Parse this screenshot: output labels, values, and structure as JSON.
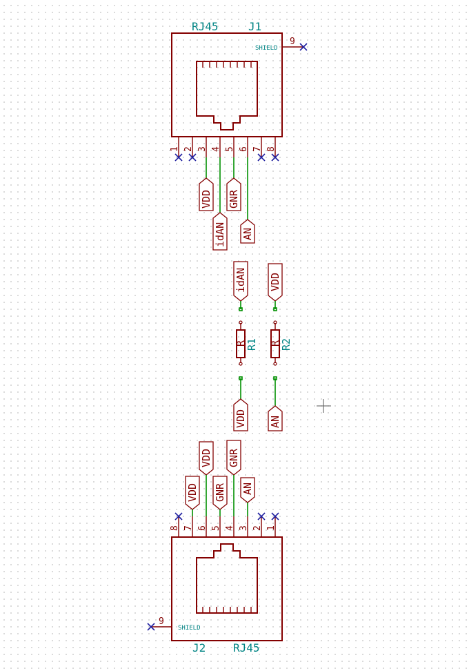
{
  "connectors": {
    "j1": {
      "ref": "J1",
      "value": "RJ45",
      "shield_label": "SHIELD",
      "shield_pin": "9",
      "pins": [
        "1",
        "2",
        "3",
        "4",
        "5",
        "6",
        "7",
        "8"
      ]
    },
    "j2": {
      "ref": "J2",
      "value": "RJ45",
      "shield_label": "SHIELD",
      "shield_pin": "9",
      "pins": [
        "8",
        "7",
        "6",
        "5",
        "4",
        "3",
        "2",
        "1"
      ]
    }
  },
  "resistors": {
    "r1": {
      "ref": "R1",
      "value": "R"
    },
    "r2": {
      "ref": "R2",
      "value": "R"
    }
  },
  "labels": {
    "j1_vdd": "VDD",
    "j1_idan": "idAN",
    "j1_gnr": "GNR",
    "j1_an": "AN",
    "r1_top": "idAN",
    "r2_top": "VDD",
    "r1_bottom": "VDD",
    "r2_bottom": "AN",
    "j2_vdd_a": "VDD",
    "j2_vdd_b": "VDD",
    "j2_gnr_a": "GNR",
    "j2_gnr_b": "GNR",
    "j2_an": "AN"
  },
  "colors": {
    "symbol": "#840000",
    "wire": "#009000",
    "field_text": "#008484",
    "no_connect": "#2020a0"
  }
}
